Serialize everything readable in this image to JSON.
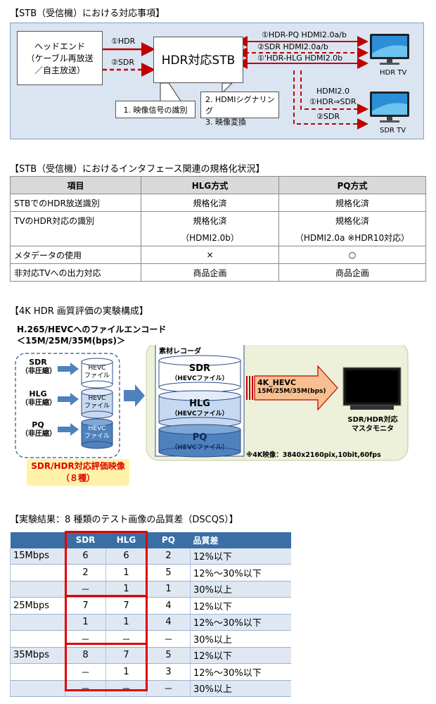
{
  "section1": {
    "title": "【STB（受信機）における対応事項】",
    "headend_line1": "ヘッドエンド",
    "headend_line2": "（ケーブル再放送",
    "headend_line3": "／自主放送）",
    "in_hdr": "①HDR",
    "in_sdr": "②SDR",
    "stb_label": "HDR対応STB",
    "out1": "①HDR-PQ HDMI2.0a/b",
    "out2": "②SDR HDMI2.0a/b",
    "out3": "①'HDR-HLG HDMI2.0b",
    "callout1": "1. 映像信号の識別",
    "callout2_line1": "2. HDMIシグナリング",
    "callout2_line2": "3. 映像変換",
    "sdr_out_line1": "HDMI2.0",
    "sdr_out_line2": "①HDR⇒SDR",
    "sdr_out_line3": "②SDR",
    "hdr_tv": "HDR TV",
    "sdr_tv": "SDR TV",
    "colors": {
      "arrow": "#c00000",
      "panel": "#dbe5f1"
    }
  },
  "section2": {
    "title": "【STB（受信機）におけるインタフェース関連の規格化状況】",
    "headers": [
      "項目",
      "HLG方式",
      "PQ方式"
    ],
    "rows": [
      [
        "STBでのHDR放送識別",
        "規格化済",
        "規格化済"
      ],
      [
        "TVのHDR対応の識別",
        "規格化済",
        "規格化済"
      ],
      [
        "",
        "（HDMI2.0b）",
        "（HDMI2.0a ※HDR10対応）"
      ],
      [
        "メタデータの使用",
        "×",
        "○"
      ],
      [
        "非対応TVへの出力対応",
        "商品企画",
        "商品企画"
      ]
    ]
  },
  "section3": {
    "title": "【4K HDR 画質評価の実験構成】",
    "encode_line1": "H.265/HEVCへのファイルエンコード",
    "encode_line2": "＜15M/25M/35M(bps)＞",
    "sources": [
      {
        "name": "SDR",
        "sub": "（非圧縮）"
      },
      {
        "name": "HLG",
        "sub": "（非圧縮）"
      },
      {
        "name": "PQ",
        "sub": "（非圧縮）"
      }
    ],
    "file_line1": "HEVC",
    "file_line2": "ファイル",
    "eval_line1": "SDR/HDR対応評価映像",
    "eval_line2": "（８種）",
    "recorder": "素材レコーダ",
    "disks": [
      {
        "name": "SDR",
        "sub": "（HEVCファイル）"
      },
      {
        "name": "HLG",
        "sub": "（HEVCファイル）"
      },
      {
        "name": "PQ",
        "sub": "（HEVCファイル）"
      }
    ],
    "hevc_line1": "4K_HEVC",
    "hevc_line2": "15M/25M/35M(bps)",
    "monitor_line1": "SDR/HDR対応",
    "monitor_line2": "マスタモニタ",
    "note": "※4K映像：3840x2160pix,10bit,60fps",
    "colors": {
      "panel": "#eef1d9",
      "eval": "#fff2a8",
      "eval_text": "#e00000"
    }
  },
  "section4": {
    "title": "【実験結果：8 種類のテスト画像の品質差（DSCQS）】",
    "headers": [
      "",
      "SDR",
      "HLG",
      "PQ",
      "品質差"
    ],
    "rows": [
      [
        "15Mbps",
        "6",
        "6",
        "2",
        "12%以下"
      ],
      [
        "",
        "2",
        "1",
        "5",
        "12%～30%以下"
      ],
      [
        "",
        "－",
        "1",
        "1",
        "30%以上"
      ],
      [
        "25Mbps",
        "7",
        "7",
        "4",
        "12%以下"
      ],
      [
        "",
        "1",
        "1",
        "4",
        "12%～30%以下"
      ],
      [
        "",
        "－",
        "－",
        "－",
        "30%以上"
      ],
      [
        "35Mbps",
        "8",
        "7",
        "5",
        "12%以下"
      ],
      [
        "",
        "－",
        "1",
        "3",
        "12%～30%以下"
      ],
      [
        "",
        "－",
        "－",
        "－",
        "30%以上"
      ]
    ]
  }
}
